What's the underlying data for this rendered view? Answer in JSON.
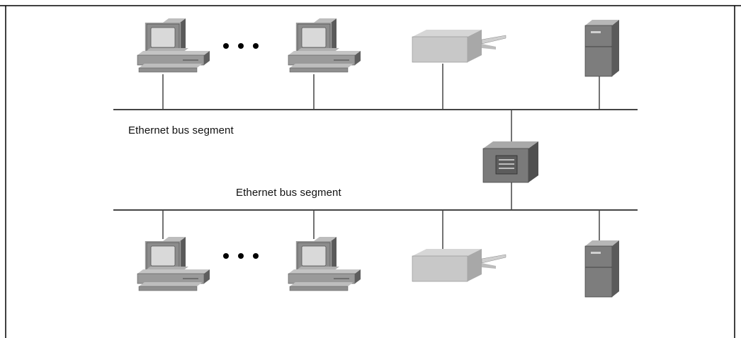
{
  "segments": {
    "top_label": "Ethernet bus segment",
    "bottom_label": "Ethernet bus segment"
  },
  "devices": {
    "top": [
      "workstation",
      "workstation",
      "printer",
      "server"
    ],
    "bridge": "bridge",
    "bottom": [
      "workstation",
      "workstation",
      "printer",
      "server"
    ]
  },
  "colors": {
    "background": "#ffffff",
    "bus_line": "#444444",
    "device_light": "#cfcfcf",
    "device_mid": "#9a9a9a",
    "device_dark": "#555555"
  }
}
